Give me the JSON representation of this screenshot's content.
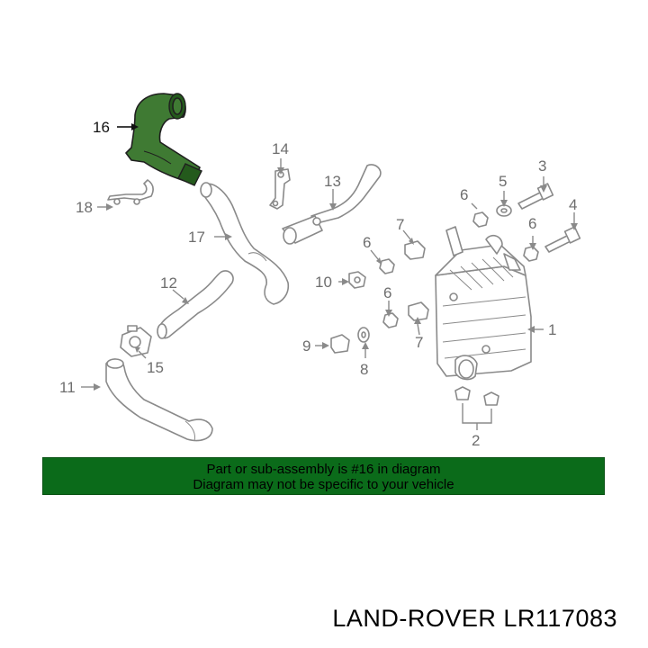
{
  "callouts": {
    "c1": "1",
    "c2": "2",
    "c3": "3",
    "c4": "4",
    "c5": "5",
    "c6a": "6",
    "c6b": "6",
    "c6c": "6",
    "c6d": "6",
    "c7a": "7",
    "c7b": "7",
    "c8": "8",
    "c9": "9",
    "c10": "10",
    "c11": "11",
    "c12": "12",
    "c13": "13",
    "c14": "14",
    "c15": "15",
    "c16": "16",
    "c17": "17",
    "c18": "18"
  },
  "highlighted_part": "16",
  "banner": {
    "line1": "Part or sub-assembly is #16 in diagram",
    "line2": "Diagram may not be specific to your vehicle",
    "color": "#0b6b1a"
  },
  "brand_text": "LAND-ROVER LR117083",
  "colors": {
    "highlight": "#3f7a33",
    "line": "#8a8a8a"
  }
}
